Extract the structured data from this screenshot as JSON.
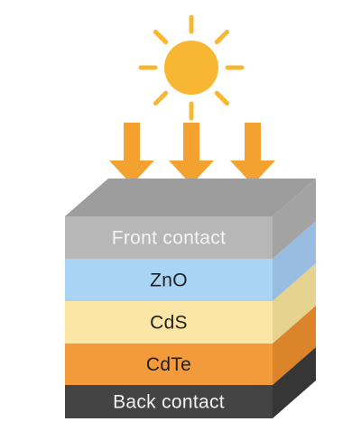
{
  "layers": [
    {
      "label": "Front contact",
      "front_color": "#b7b7b7",
      "side_color": "#a3a3a3",
      "text_color": "#f4f4f4"
    },
    {
      "label": "ZnO",
      "front_color": "#a9d4f3",
      "side_color": "#98bde0",
      "text_color": "#1f1f1f"
    },
    {
      "label": "CdS",
      "front_color": "#fbe6a6",
      "side_color": "#e6d390",
      "text_color": "#1f1f1f"
    },
    {
      "label": "CdTe",
      "front_color": "#f39a3a",
      "side_color": "#dc842a",
      "text_color": "#1f1f1f"
    },
    {
      "label": "Back contact",
      "front_color": "#444444",
      "side_color": "#363636",
      "text_color": "#f2f2f2"
    }
  ],
  "top_face_color": "#9d9d9d",
  "sun": {
    "icon": "sun-icon",
    "color": "#f7b733",
    "ray_color": "#f7b733"
  },
  "arrows": {
    "icon": "down-arrow-icon",
    "count": 3,
    "color": "#f3a230"
  }
}
